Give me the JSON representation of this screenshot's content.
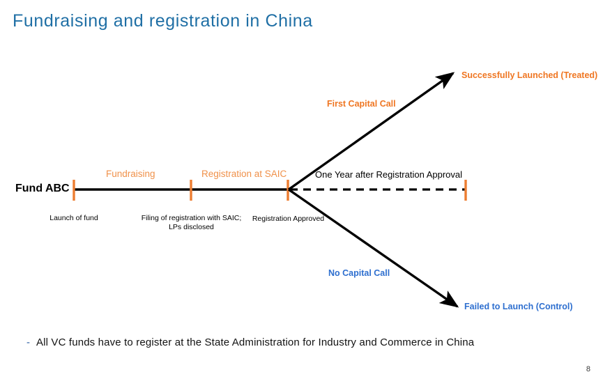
{
  "slide": {
    "title": "Fundraising and registration in China",
    "page_number": "8"
  },
  "timeline": {
    "fund_name": "Fund ABC",
    "phases": [
      {
        "id": "fundraising",
        "label": "Fundraising",
        "color": "#F0914A"
      },
      {
        "id": "registration-at-saic",
        "label": "Registration at SAIC",
        "color": "#F0914A"
      }
    ],
    "milestones": [
      {
        "id": "launch-of-fund",
        "caption": "Launch of fund"
      },
      {
        "id": "filing-of-registration",
        "caption": "Filing of registration with SAIC; LPs disclosed"
      },
      {
        "id": "registration-approved",
        "caption": "Registration Approved"
      }
    ],
    "one_year_label": "One Year after Registration Approval",
    "tick_color": "#ED7D31"
  },
  "branches": {
    "treated": {
      "condition_label": "First Capital Call",
      "outcome_label": "Successfully Launched (Treated)",
      "color": "#EF7622"
    },
    "control": {
      "condition_label": "No Capital Call",
      "outcome_label": "Failed to Launch (Control)",
      "color": "#2E6FCF"
    }
  },
  "footnote": {
    "bullet": "-",
    "text": "All VC funds have to register at the State Administration for Industry and Commerce in China"
  }
}
